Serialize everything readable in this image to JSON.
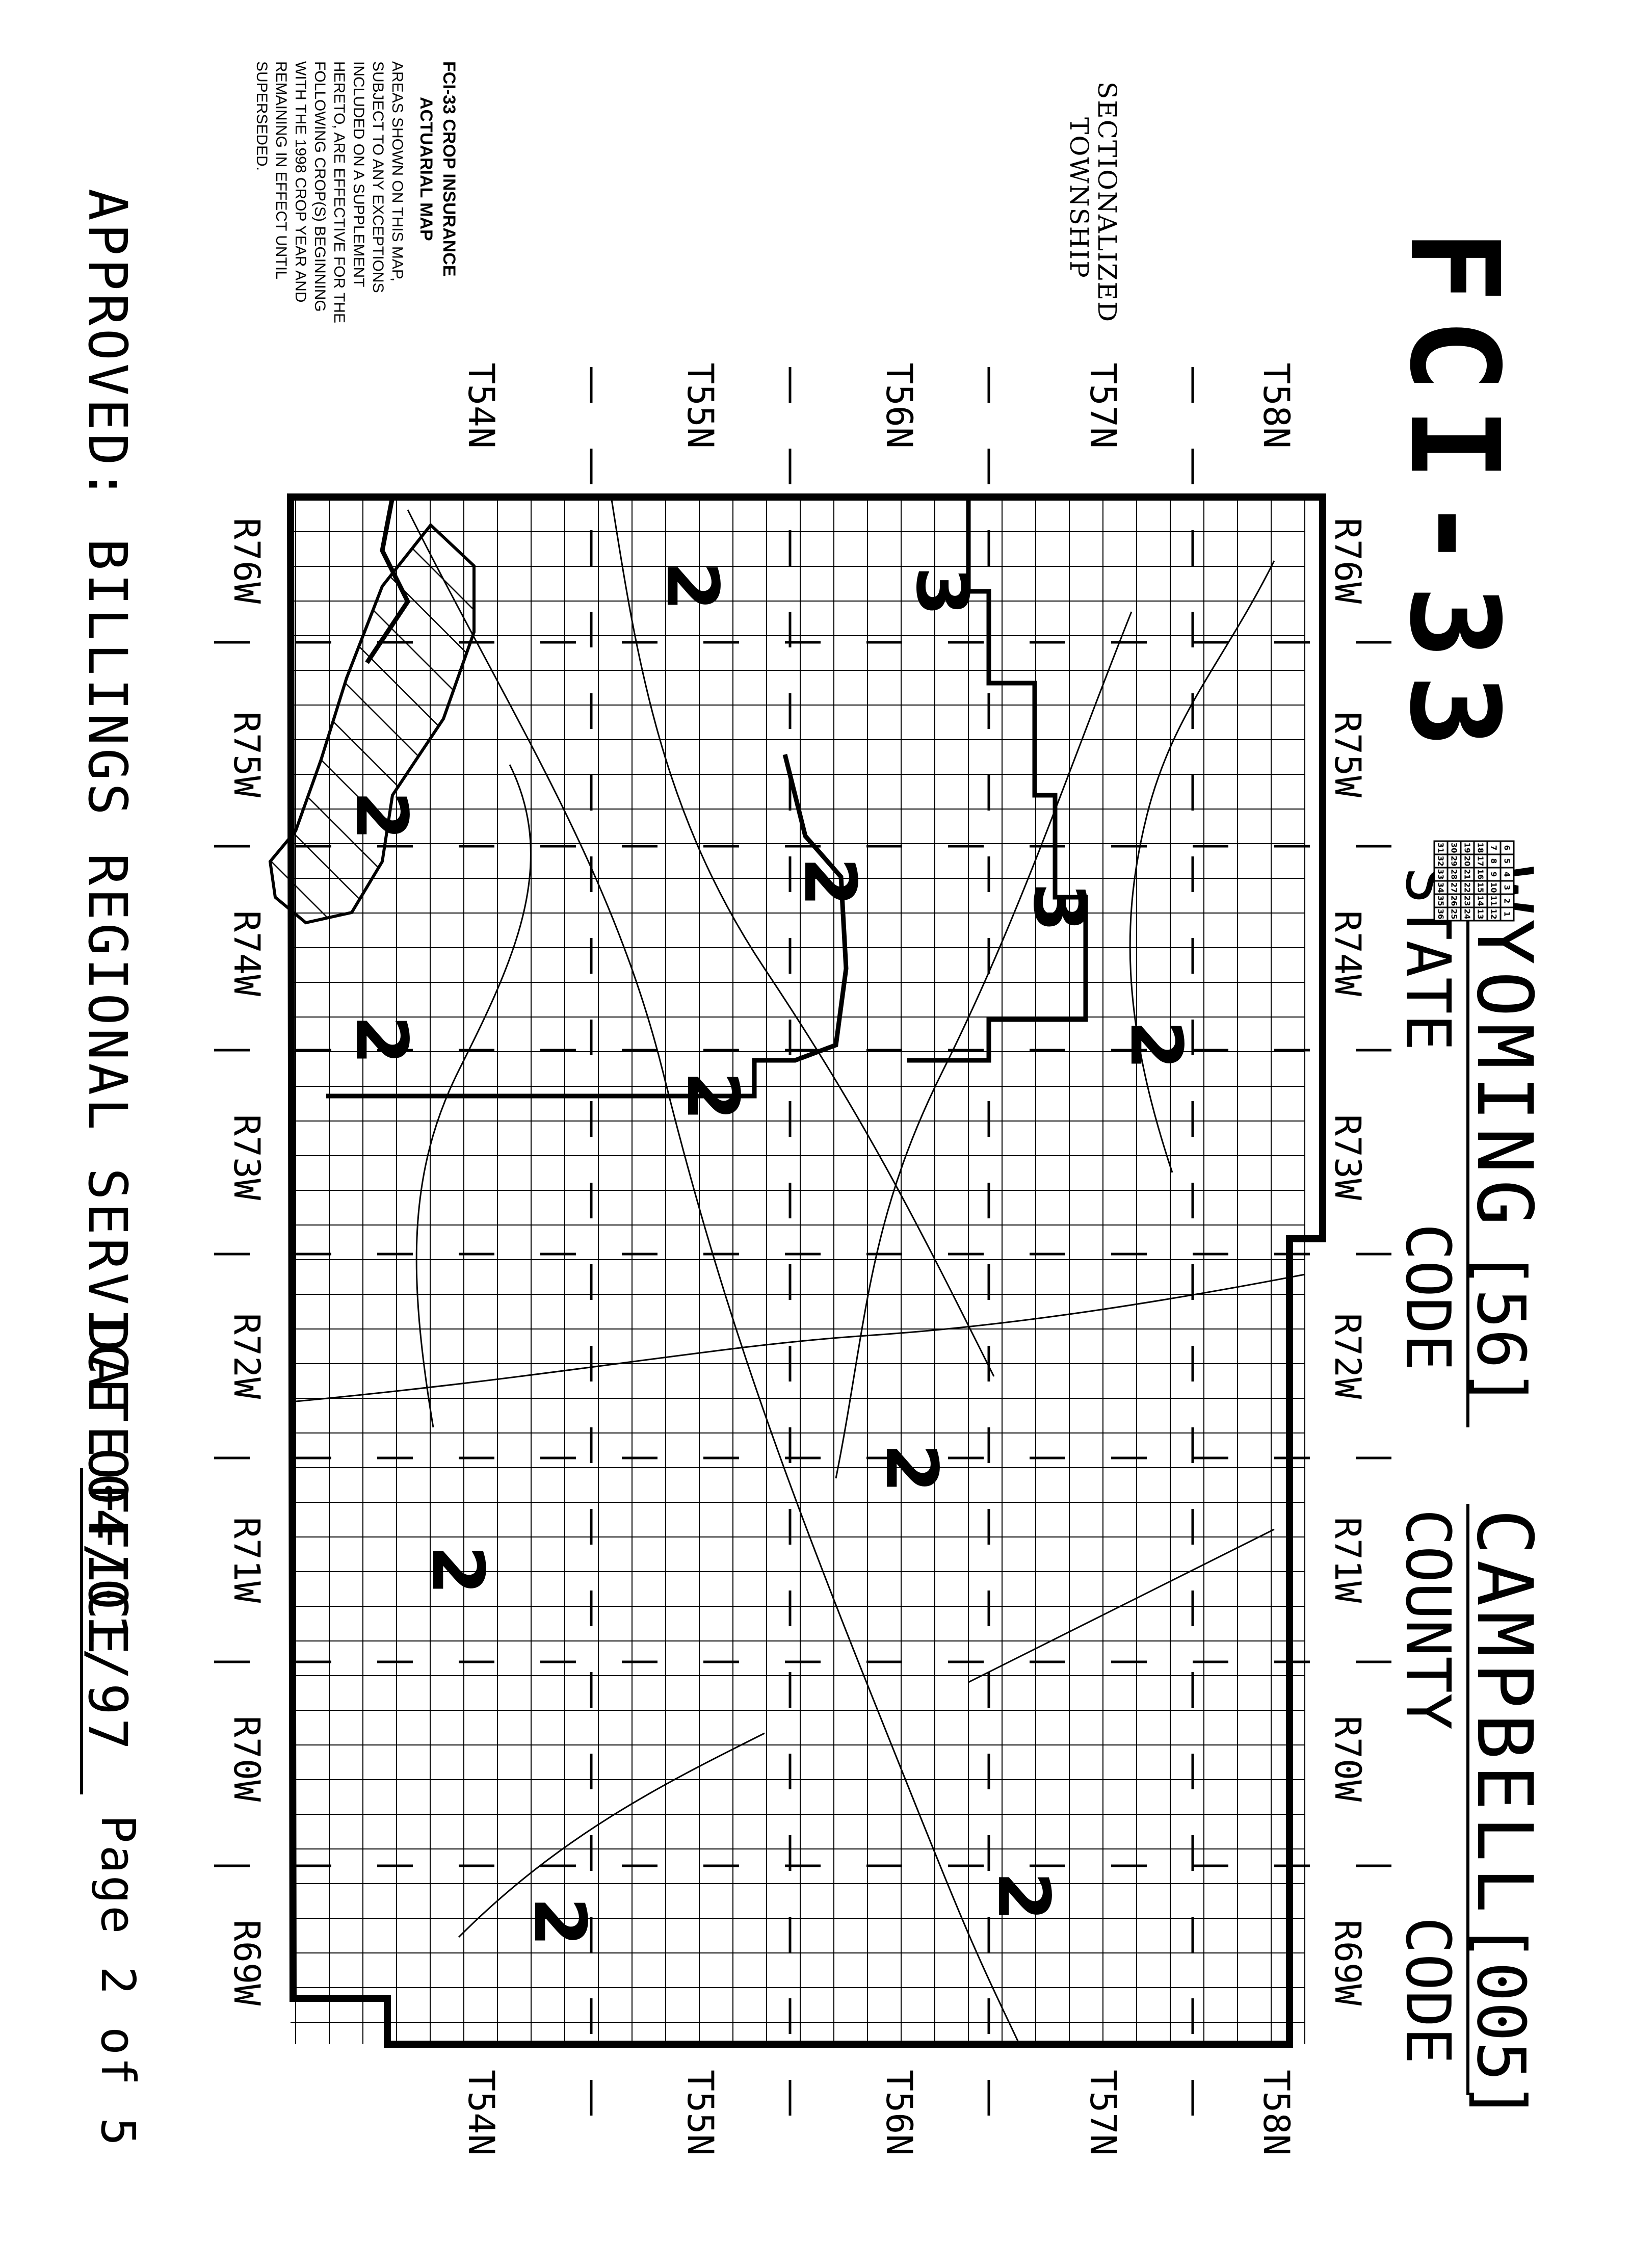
{
  "map": {
    "title": "FCI-33",
    "state": {
      "name": "WYOMING",
      "code": "[56]",
      "label": "STATE",
      "code_label": "CODE"
    },
    "county": {
      "name": "CAMPBELL",
      "code": "[005]",
      "label": "COUNTY",
      "code_label": "CODE"
    },
    "legend": {
      "title_line1": "SECTIONALIZED",
      "title_line2": "TOWNSHIP",
      "grid": [
        [
          6,
          5,
          4,
          3,
          2,
          1
        ],
        [
          7,
          8,
          9,
          10,
          11,
          12
        ],
        [
          18,
          17,
          16,
          15,
          14,
          13
        ],
        [
          19,
          20,
          21,
          22,
          23,
          24
        ],
        [
          30,
          29,
          28,
          27,
          26,
          25
        ],
        [
          31,
          32,
          33,
          34,
          35,
          36
        ]
      ]
    },
    "notes": {
      "heading1": "FCI-33 CROP INSURANCE",
      "heading2": "ACTUARIAL MAP",
      "lines": [
        "AREAS SHOWN ON THIS MAP,",
        "SUBJECT TO ANY EXCEPTIONS",
        "INCLUDED ON A SUPPLEMENT",
        "HERETO, ARE EFFECTIVE FOR THE",
        "FOLLOWING CROP(S) BEGINNING",
        "WITH THE 1998 CROP YEAR AND",
        "REMAINING IN EFFECT UNTIL",
        "SUPERSEDED."
      ]
    },
    "townships": [
      "T58N",
      "T57N",
      "T56N",
      "T55N",
      "T54N"
    ],
    "ranges": [
      "R76W",
      "R75W",
      "R74W",
      "R73W",
      "R72W",
      "R71W",
      "R70W",
      "R69W"
    ],
    "zones": [
      "2",
      "3",
      "2",
      "2",
      "3",
      "2",
      "2",
      "2",
      "2",
      "2",
      "2",
      "2"
    ],
    "approved": "APPROVED: BILLINGS REGIONAL SERVICE OFFICE",
    "date_label": "DATE",
    "date": "04/01/97",
    "page": "Page 2 of 5"
  }
}
